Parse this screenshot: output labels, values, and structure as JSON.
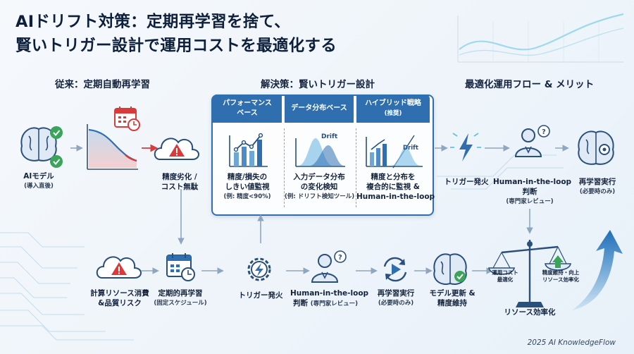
{
  "title": {
    "line1": "AIドリフト対策：定期再学習を捨て、",
    "line2": "賢いトリガー設計で運用コストを最適化する"
  },
  "sections": {
    "legacy": "従来：定期自動再学習",
    "solution": "解決策：賢いトリガー設計",
    "optimized": "最適化運用フロー & メリット"
  },
  "legacy_flow": {
    "model_label": "AIモデル",
    "model_sub": "(導入直後)",
    "degrade_line1": "精度劣化 /",
    "degrade_line2": "コスト無駄"
  },
  "solution_panel": {
    "columns": [
      {
        "head_line1": "パフォーマンス",
        "head_line2": "ベース",
        "body_line1": "精度/損失の",
        "body_line2": "しきい値監視",
        "note": "(例: 精度<90%)"
      },
      {
        "head_line1": "データ分布ベース",
        "head_line2": "",
        "chart_label": "Drift",
        "body_line1": "入力データ分布",
        "body_line2": "の変化検知",
        "note": "(例: ドリフト検知ツール)"
      },
      {
        "head_line1": "ハイブリッド戦略",
        "head_line2": "(推奨)",
        "chart_label": "Drift",
        "body_line1": "精度と分布を",
        "body_line2": "複合的に監視 &",
        "body_line3": "Human-in-the-loop"
      }
    ]
  },
  "optimized_flow": {
    "trigger": "トリガー発火",
    "hitl_line1": "Human-in-the-loop",
    "hitl_line2": "判断",
    "hitl_sub": "(専門家レビュー)",
    "retrain": "再学習実行",
    "retrain_sub": "(必要時のみ)",
    "scale_left_line1": "運用コスト",
    "scale_left_line2": "最適化",
    "scale_right_line1": "精度維持・向上",
    "scale_right_line2": "リソース効率化",
    "result": "リソース効率化"
  },
  "bottom_flow": {
    "risk_line1": "計算リソース消費",
    "risk_line2": "&品質リスク",
    "scheduled": "定期的再学習",
    "scheduled_sub": "(固定スケジュール)",
    "trigger": "トリガー発火",
    "hitl_line1": "Human-in-the-loop",
    "hitl_line2": "判断",
    "hitl_sub": "(専門家レビュー)",
    "retrain": "再学習実行",
    "retrain_sub": "(必要時のみ)",
    "update_line1": "モデル更新 &",
    "update_line2": "精度維持"
  },
  "footer": "2025 AI KnowledgeFlow",
  "colors": {
    "navy": "#0d1f3a",
    "primary_blue": "#2f6fb0",
    "cyan": "#5fc3e4",
    "alert_red": "#d93a3a",
    "check_green": "#3aa55a"
  }
}
